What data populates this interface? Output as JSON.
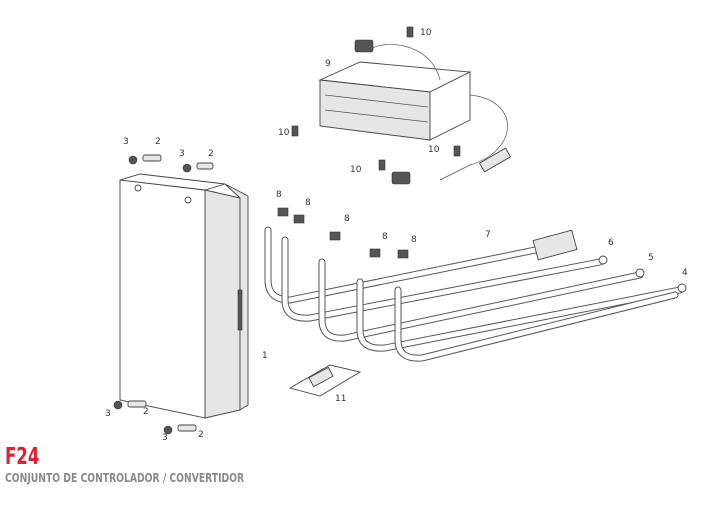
{
  "figure": {
    "code": "F24",
    "title": "CONJUNTO DE CONTROLADOR / CONVERTIDOR"
  },
  "callouts": [
    {
      "id": "c1",
      "label": "3"
    },
    {
      "id": "c2",
      "label": "2"
    },
    {
      "id": "c3",
      "label": "3"
    },
    {
      "id": "c4",
      "label": "2"
    },
    {
      "id": "c5",
      "label": "9"
    },
    {
      "id": "c6",
      "label": "10"
    },
    {
      "id": "c7",
      "label": "10"
    },
    {
      "id": "c8",
      "label": "10"
    },
    {
      "id": "c9",
      "label": "10"
    },
    {
      "id": "c10",
      "label": "8"
    },
    {
      "id": "c11",
      "label": "8"
    },
    {
      "id": "c12",
      "label": "8"
    },
    {
      "id": "c13",
      "label": "8"
    },
    {
      "id": "c14",
      "label": "8"
    },
    {
      "id": "c15",
      "label": "7"
    },
    {
      "id": "c16",
      "label": "6"
    },
    {
      "id": "c17",
      "label": "5"
    },
    {
      "id": "c18",
      "label": "4"
    },
    {
      "id": "c19",
      "label": "1"
    },
    {
      "id": "c20",
      "label": "11"
    },
    {
      "id": "c21",
      "label": "3"
    },
    {
      "id": "c22",
      "label": "2"
    },
    {
      "id": "c23",
      "label": "3"
    },
    {
      "id": "c24",
      "label": "2"
    }
  ]
}
